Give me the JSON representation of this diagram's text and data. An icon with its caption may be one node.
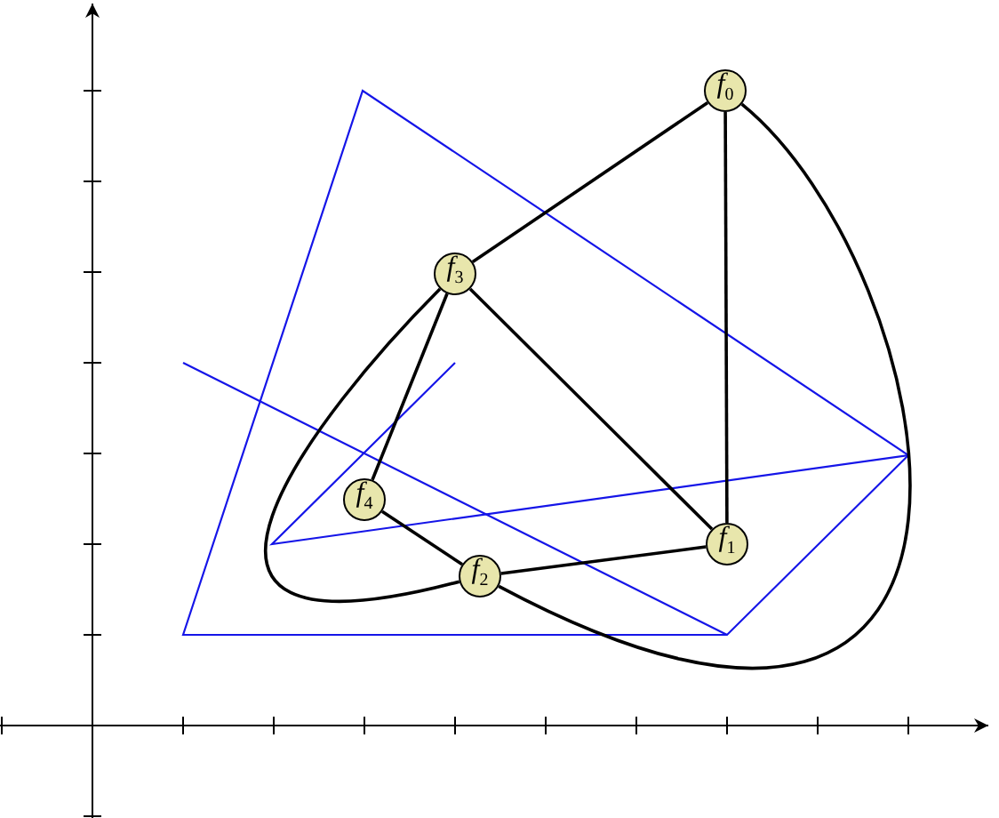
{
  "diagram": {
    "nodes": [
      {
        "text": [
          "*f*$_{0}$"
        ]
      },
      {
        "text": [
          "*f*$_{1}$"
        ]
      },
      {
        "text": [
          "*f*$_{2}$"
        ]
      },
      {
        "text": [
          "*f*$_{3}$"
        ]
      },
      {
        "text": [
          "*f*$_{4}$"
        ]
      }
    ],
    "edges": [
      {
        "from": 0,
        "to": 3,
        "arrow": "none"
      },
      {
        "from": 0,
        "to": 1,
        "arrow": "none"
      },
      {
        "from": 0,
        "to": 2,
        "arrow": "none"
      },
      {
        "from": 3,
        "to": 1,
        "arrow": "none"
      },
      {
        "from": 3,
        "to": 4,
        "arrow": "none"
      },
      {
        "from": 3,
        "to": 2,
        "arrow": "none"
      },
      {
        "from": 4,
        "to": 2,
        "arrow": "none"
      },
      {
        "from": 2,
        "to": 1,
        "arrow": "none"
      }
    ]
  }
}
